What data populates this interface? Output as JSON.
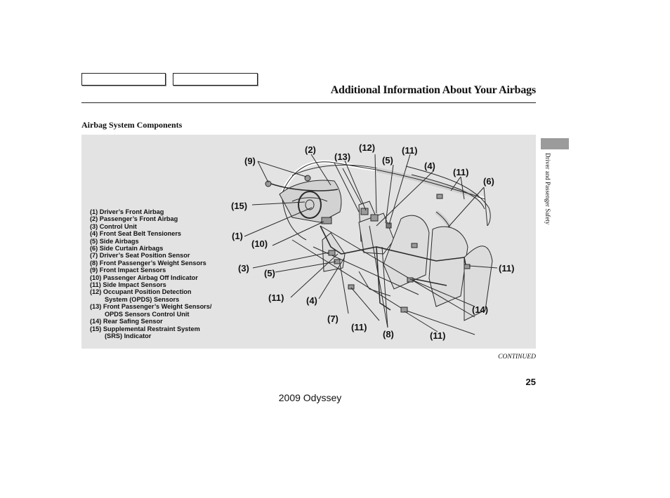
{
  "header": {
    "title": "Additional Information About Your Airbags"
  },
  "section": {
    "heading": "Airbag System Components"
  },
  "legend": [
    {
      "label": "(1) Driver’s Front Airbag"
    },
    {
      "label": "(2) Passenger’s Front Airbag"
    },
    {
      "label": "(3) Control Unit"
    },
    {
      "label": "(4) Front Seat Belt Tensioners"
    },
    {
      "label": "(5) Side Airbags"
    },
    {
      "label": "(6) Side Curtain Airbags"
    },
    {
      "label": "(7) Driver’s Seat Position Sensor"
    },
    {
      "label": "(8) Front Passenger’s Weight Sensors"
    },
    {
      "label": "(9) Front Impact Sensors"
    },
    {
      "label": "(10) Passenger Airbag Off Indicator"
    },
    {
      "label": "(11) Side Impact Sensors"
    },
    {
      "label": "(12) Occupant Position Detection"
    },
    {
      "label": "System (OPDS) Sensors",
      "cont": true
    },
    {
      "label": "(13) Front Passenger’s Weight Sensors/"
    },
    {
      "label": "OPDS Sensors Control Unit",
      "cont": true
    },
    {
      "label": "(14) Rear Safing Sensor"
    },
    {
      "label": "(15) Supplemental Restraint System"
    },
    {
      "label": "(SRS) Indicator",
      "cont": true
    }
  ],
  "callouts": {
    "c2": "(2)",
    "c12": "(12)",
    "c11a": "(11)",
    "c13": "(13)",
    "c5a": "(5)",
    "c9": "(9)",
    "c4a": "(4)",
    "c11b": "(11)",
    "c6": "(6)",
    "c15": "(15)",
    "c1": "(1)",
    "c10": "(10)",
    "c3": "(3)",
    "c5b": "(5)",
    "c11c": "(11)",
    "c11d": "(11)",
    "c4b": "(4)",
    "c14": "(14)",
    "c7": "(7)",
    "c11e": "(11)",
    "c8": "(8)",
    "c11f": "(11)"
  },
  "sidebar": {
    "section_label": "Driver and Passenger Safety"
  },
  "footer": {
    "continued": "CONTINUED",
    "page_number": "25",
    "model": "2009  Odyssey"
  }
}
